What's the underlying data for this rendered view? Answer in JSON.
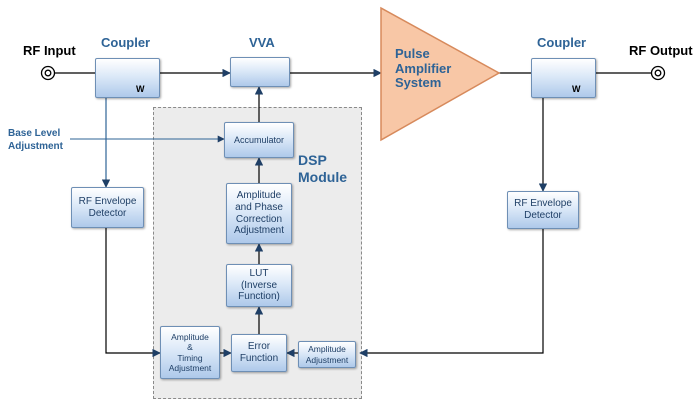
{
  "diagram": {
    "io": {
      "input": "RF Input",
      "output": "RF Output"
    },
    "headers": {
      "coupler_left": "Coupler",
      "vva": "VVA",
      "coupler_right": "Coupler"
    },
    "coupler_mark": "W",
    "amplifier": {
      "label": "Pulse\nAmplifier\nSystem",
      "color": "#f8c7a6"
    },
    "dsp": {
      "label": "DSP\nModule"
    },
    "base_level": "Base Level\nAdjustment",
    "blocks": {
      "accumulator": "Accumulator",
      "amp_phase": [
        "Amplitude",
        "and Phase",
        "Correction",
        "Adjustment"
      ],
      "lut": [
        "LUT",
        "(Inverse",
        "Function)"
      ],
      "error": [
        "Error",
        "Function"
      ],
      "amp_timing": [
        "Amplitude",
        "&",
        "Timing",
        "Adjustment"
      ],
      "amp_adj": [
        "Amplitude",
        "Adjustment"
      ],
      "env_left": [
        "RF Envelope",
        "Detector"
      ],
      "env_right": [
        "RF Envelope",
        "Detector"
      ]
    },
    "colors": {
      "accent": "#2e6396",
      "block_border": "#6e8fb5",
      "dsp_region": "#ececec",
      "arrow": "#1f3f66"
    }
  }
}
